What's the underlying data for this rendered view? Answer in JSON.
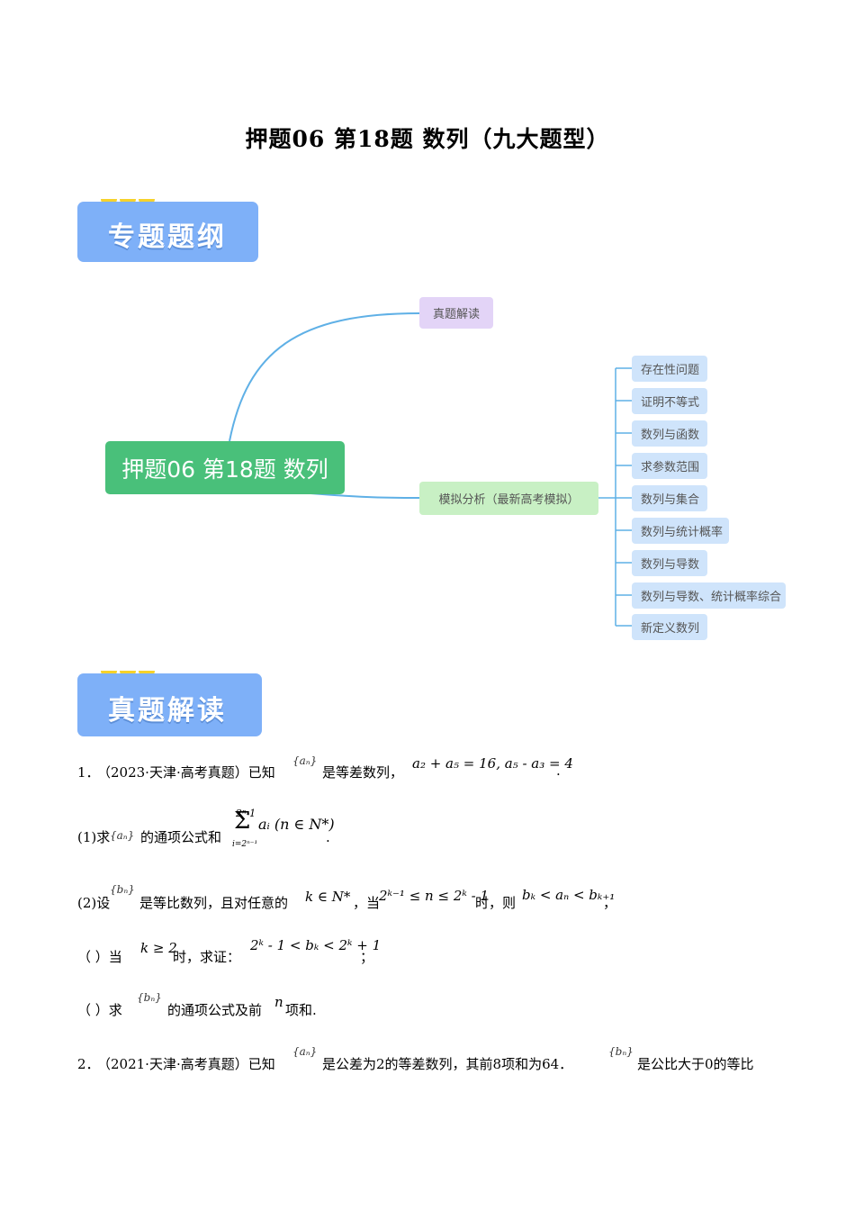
{
  "title": "押题06  第18题  数列（九大题型）",
  "banner1": "专题题纲",
  "banner2": "真题解读",
  "mindmap": {
    "root": "押题06 第18题 数列",
    "branch1": "真题解读",
    "branch2": "模拟分析（最新高考模拟）",
    "leaves": [
      "存在性问题",
      "证明不等式",
      "数列与函数",
      "求参数范围",
      "数列与集合",
      "数列与统计概率",
      "数列与导数",
      "数列与导数、统计概率综合",
      "新定义数列"
    ]
  },
  "q1": {
    "num": "1．",
    "source": "（2023·天津·高考真题）已知",
    "seq_a": "{aₙ}",
    "text1": "是等差数列，",
    "cond": "a₂ + a₅ = 16, a₅ - a₃ = 4",
    "end1": ".",
    "p1_label": "(1)求",
    "p1_text": "的通项公式和",
    "sum_top": "2ⁿ-1",
    "sum_sym": "Σ",
    "sum_bottom": "i=2ⁿ⁻¹",
    "sum_expr": "aᵢ (n ∈ N*)",
    "p1_end": ".",
    "p2_label": "(2)设",
    "seq_b": "{bₙ}",
    "p2_text": "是等比数列，且对任意的",
    "k_in": "k ∈ N*",
    "p2_when": "，当",
    "range": "2ᵏ⁻¹ ≤ n ≤ 2ᵏ - 1",
    "p2_then": "时，则",
    "ineq": "bₖ < aₙ < bₖ₊₁",
    "p2_end": "，",
    "i_label": "（    ）当",
    "i_cond": "k ≥ 2",
    "i_text": "时，求证：",
    "i_ineq": "2ᵏ - 1 < bₖ < 2ᵏ + 1",
    "i_end": "；",
    "ii_label": "（    ）求",
    "ii_text": "的通项公式及前",
    "ii_n": "n",
    "ii_end": "项和."
  },
  "q2": {
    "num": "2．",
    "source": "（2021·天津·高考真题）已知",
    "seq_a": "{aₙ}",
    "text1": "是公差为2的等差数列，其前8项和为64．",
    "seq_b": "{bₙ}",
    "text2": "是公比大于0的等比"
  }
}
